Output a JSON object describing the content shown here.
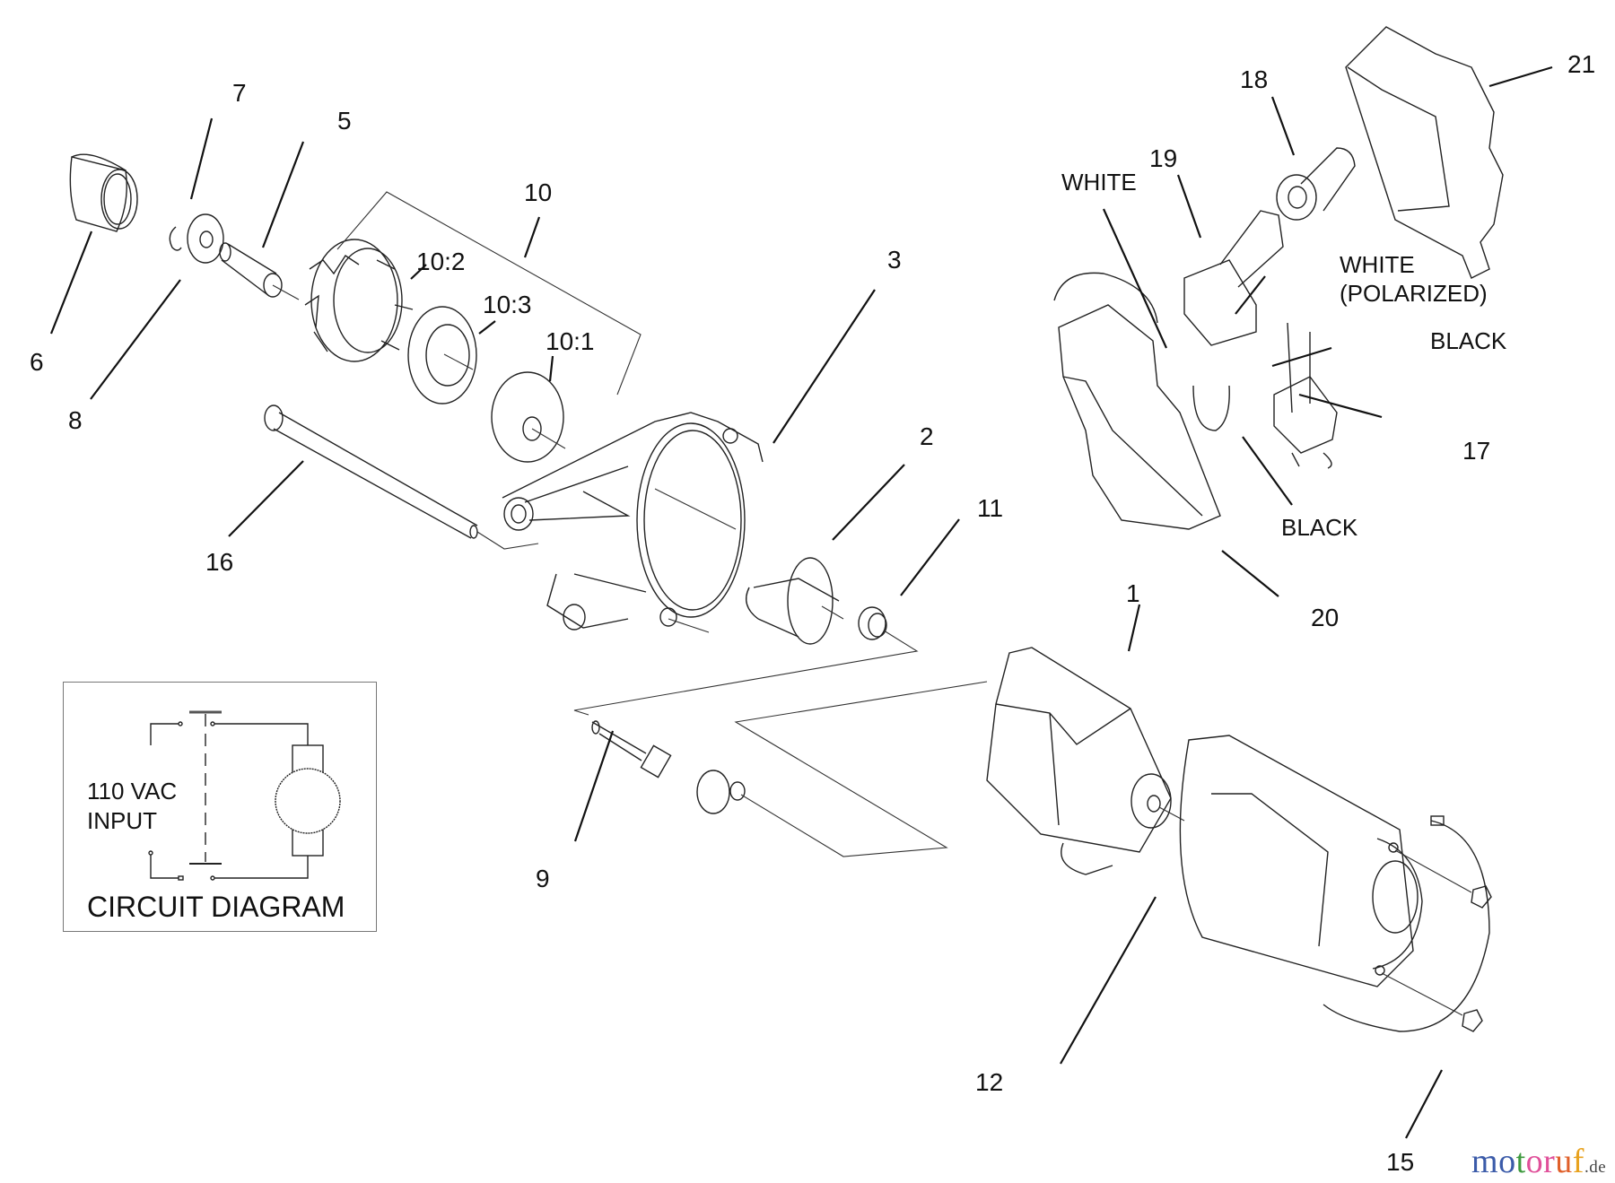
{
  "diagram": {
    "type": "exploded-parts-view",
    "callouts": [
      {
        "id": "c1",
        "label": "1"
      },
      {
        "id": "c2",
        "label": "2"
      },
      {
        "id": "c3",
        "label": "3"
      },
      {
        "id": "c5",
        "label": "5"
      },
      {
        "id": "c6",
        "label": "6"
      },
      {
        "id": "c7",
        "label": "7"
      },
      {
        "id": "c8",
        "label": "8"
      },
      {
        "id": "c9",
        "label": "9"
      },
      {
        "id": "c10",
        "label": "10"
      },
      {
        "id": "c10_1",
        "label": "10:1"
      },
      {
        "id": "c10_2",
        "label": "10:2"
      },
      {
        "id": "c10_3",
        "label": "10:3"
      },
      {
        "id": "c11",
        "label": "11"
      },
      {
        "id": "c12",
        "label": "12"
      },
      {
        "id": "c15",
        "label": "15"
      },
      {
        "id": "c16",
        "label": "16"
      },
      {
        "id": "c17",
        "label": "17"
      },
      {
        "id": "c18",
        "label": "18"
      },
      {
        "id": "c19",
        "label": "19"
      },
      {
        "id": "c20",
        "label": "20"
      },
      {
        "id": "c21",
        "label": "21"
      }
    ],
    "wire_labels": {
      "white_top": "WHITE",
      "white_polarized": "WHITE\n(POLARIZED)",
      "black_right": "BLACK",
      "black_bottom": "BLACK"
    },
    "circuit": {
      "input_label": "110 VAC\nINPUT",
      "title": "CIRCUIT DIAGRAM"
    }
  },
  "watermark": {
    "letters": [
      {
        "ch": "m",
        "color": "#3b5ba9"
      },
      {
        "ch": "o",
        "color": "#3b5ba9"
      },
      {
        "ch": "t",
        "color": "#3e9a3e"
      },
      {
        "ch": "o",
        "color": "#e0509a"
      },
      {
        "ch": "r",
        "color": "#e0509a"
      },
      {
        "ch": "u",
        "color": "#e0602a"
      },
      {
        "ch": "f",
        "color": "#e8a21e"
      }
    ],
    "tld": ".de"
  }
}
